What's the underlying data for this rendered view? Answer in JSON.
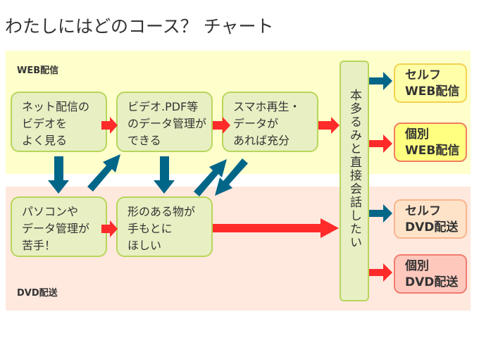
{
  "title": "わたしにはどのコース？ チャート",
  "bands": {
    "web": {
      "label": "WEB配信",
      "color": "#ffffcc"
    },
    "dvd": {
      "label": "DVD配送",
      "color": "#ffe8dd"
    }
  },
  "boxes": {
    "web1": [
      "ネット配信の",
      "ビデオを",
      "よく見る"
    ],
    "web2": [
      "ビデオ.PDF等",
      "のデータ管理が",
      "できる"
    ],
    "web3": [
      "スマホ再生・",
      "データが",
      "あれば充分"
    ],
    "dvd1": [
      "パソコンや",
      "データ管理が",
      "苦手！"
    ],
    "dvd2": [
      "形のある物が",
      "手もとに",
      "ほしい"
    ]
  },
  "center": "本多るみと直接会話したい",
  "results": [
    {
      "line1": "セルフ",
      "line2": "WEB配信"
    },
    {
      "line1": "個別",
      "line2": "WEB配信"
    },
    {
      "line1": "セルフ",
      "line2": "DVD配送"
    },
    {
      "line1": "個別",
      "line2": "DVD配送"
    }
  ],
  "colors": {
    "red_arrow": "#ff2a2a",
    "blue_arrow": "#006688",
    "box_fill": "#e8efc3",
    "box_border": "#b7d65a"
  }
}
